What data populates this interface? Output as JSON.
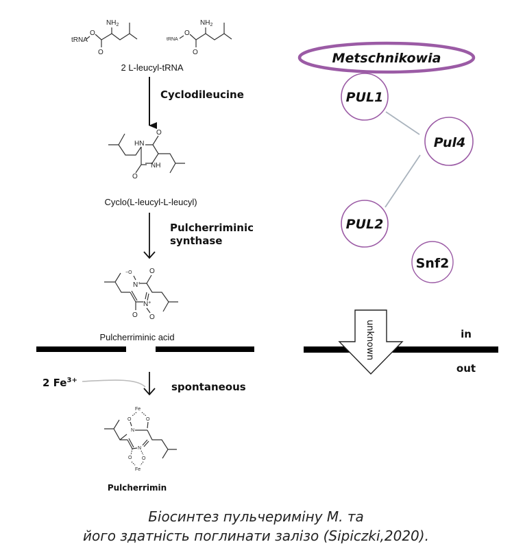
{
  "pathway": {
    "substrate_label": "2 L-leucyl-tRNA",
    "step1_enzyme": "Cyclodileucine",
    "intermediate1_label": "Cyclo(L-leucyl-L-leucyl)",
    "step2_enzyme_line1": "Pulcherriminic",
    "step2_enzyme_line2": "synthase",
    "intermediate2_label": "Pulcherriminic acid",
    "iron_label": "2 Fe",
    "iron_charge": "3+",
    "step3_label": "spontaneous",
    "product_label": "Pulcherrimin"
  },
  "chem_atoms": {
    "trna": "tRNA",
    "o": "O",
    "nh2": "NH",
    "nh2_sub": "2",
    "hn": "HN",
    "nh": "NH",
    "n_plus": "N",
    "plus": "+",
    "minus_o": "−O",
    "n": "N",
    "fe": "Fe"
  },
  "genes": {
    "organism": "Metschnikowia",
    "nodes": [
      {
        "id": "pul1",
        "label": "PUL1"
      },
      {
        "id": "pul4",
        "label": "Pul4"
      },
      {
        "id": "pul2",
        "label": "PUL2"
      },
      {
        "id": "snf2",
        "label": "Snf2"
      }
    ],
    "edges": [
      [
        "pul1",
        "pul4"
      ],
      [
        "pul4",
        "pul2"
      ]
    ],
    "accent_color": "#9b5ba5",
    "edge_color": "#a9b3bd"
  },
  "membrane": {
    "transporter_label": "unknown",
    "inside_label": "in",
    "outside_label": "out"
  },
  "caption": {
    "line1": "Біосинтез пульчериміну M. та",
    "line2": "його здатність поглинати залізо (Sipiczki,2020)."
  }
}
